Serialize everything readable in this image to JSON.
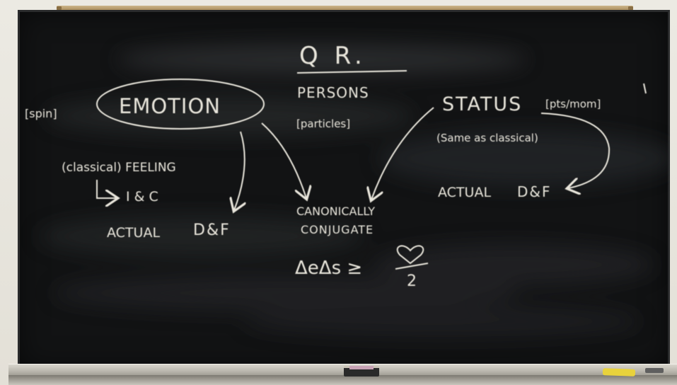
{
  "scene": {
    "description_free": true,
    "colors": {
      "board": "#121314",
      "chalk": "#e9e6dc",
      "frame": "#e3e0d7",
      "rail": "#b79c6c",
      "yellow_chalk": "#e8d23c"
    }
  },
  "board": {
    "title": "Q R.",
    "left": {
      "spin_label": "[spin]",
      "emotion": "EMOTION",
      "classical_feeling": "(classical) FEELING",
      "i_and_c": "I & C",
      "actual": "ACTUAL",
      "df": "D&F"
    },
    "center": {
      "persons": "PERSONS",
      "particles": "[particles]",
      "canonically": "CANONICALLY",
      "conjugate": "CONJUGATE",
      "inequality": "ΔeΔs ≥",
      "denominator": "2"
    },
    "right": {
      "status": "STATUS",
      "pts_mom": "[pts/mom]",
      "same_as_classical": "(Same as classical)",
      "actual": "ACTUAL",
      "df": "D&F"
    }
  }
}
